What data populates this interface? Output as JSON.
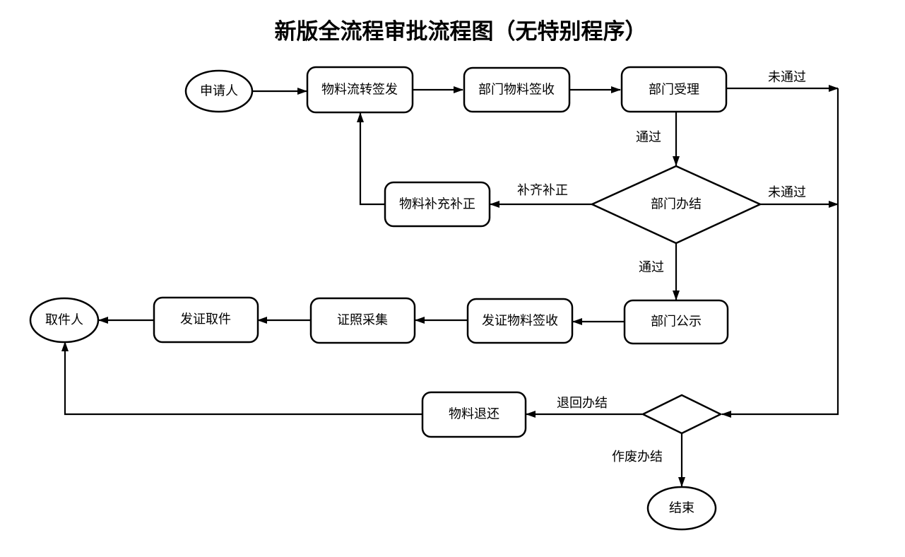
{
  "title": "新版全流程审批流程图（无特别程序）",
  "nodes": {
    "applicant": "申请人",
    "material_transfer": "物料流转签发",
    "dept_receive": "部门物料签收",
    "dept_accept": "部门受理",
    "dept_complete": "部门办结",
    "material_supplement": "物料补充补正",
    "dept_publicity": "部门公示",
    "cert_material_receive": "发证物料签收",
    "photo_collect": "证照采集",
    "cert_pickup": "发证取件",
    "pickup_person": "取件人",
    "material_return": "物料退还",
    "end": "结束"
  },
  "edges": {
    "accept_fail": "未通过",
    "accept_pass": "通过",
    "complete_fail": "未通过",
    "supplement": "补齐补正",
    "complete_pass": "通过",
    "return_complete": "退回办结",
    "void_complete": "作废办结"
  }
}
